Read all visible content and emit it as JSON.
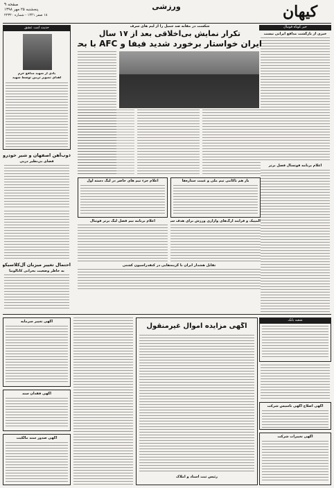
{
  "masthead": {
    "logo_text": "کیهان",
    "section": "ورزشی",
    "date_persian": "پنجشنبه ۲۵ مهر ۱۳۹۸",
    "date_hijri": "۱۸ صفر ۱۴۴۱ - شماره ۲۲۳۲۰",
    "page_label": "صفحه ۹"
  },
  "top_story": {
    "kicker": "شکست در مقابه صد جمیل را از لیم های سرف",
    "headline_1": "تکرار نمایش بی‌اخلاقی بعد از ۱۷ سال",
    "headline_2": "ایران خواستار برخورد شدید فیفا و AFC با بحرین شد"
  },
  "right_column": {
    "section_title": "خبر کوتاه فوتبال",
    "subhead_1": "خبری از بازگشت مدافع ایرانی نیست",
    "subhead_2": "اعلام برنامه فوتسال فصل برتر"
  },
  "left_column": {
    "title": "حدیث امت عشق",
    "caption": "یادی از شهید مدافع حرم",
    "subcaption": "اهدای تصویر تزیین توسط شهید",
    "sports_headline": "ذوب‌آهن اصفهان و شیر خودرو مشهد",
    "sports_sub": "فضای بی‌نظیر دربی",
    "cinema_headline": "احتمال تغییر میزبان آل‌کلاسیکو",
    "cinema_sub": "به خاطر وضعیت بحرانی کاتالونیا"
  },
  "mid_articles": {
    "a1": "باز هم ناکامی تیم ملی و غیبت ستاره‌ها",
    "a2": "اعلام جزء تیم های حاضر در لیگ دسته اول",
    "a3": "اعلام برنامه نیم فصل لیگ برتر فوتبال",
    "a4": "تقابل هشدار ایران با گزینه‌هایی در کنفدراسیون کشتی",
    "a5": "المپیک و فرایند ارگ‌های وازاری ورزش برای هدف سرپرست"
  },
  "ads": {
    "notice_title": "آگهی مزایده اموال غیرمنقول",
    "bank_label": "شعبه بانک",
    "ad_small_1": "آگهی تغییر سرمایه",
    "ad_small_2": "آگهی فقدان سند",
    "ad_small_3": "آگهی صدور سند مالکیت",
    "ad_box_right": "آگهی اصلاح آگهی تاسیس شرکت",
    "ad_box_bottom": "آگهی تغییرات شرکت",
    "signature": "رئیس ثبت اسناد و املاک"
  }
}
